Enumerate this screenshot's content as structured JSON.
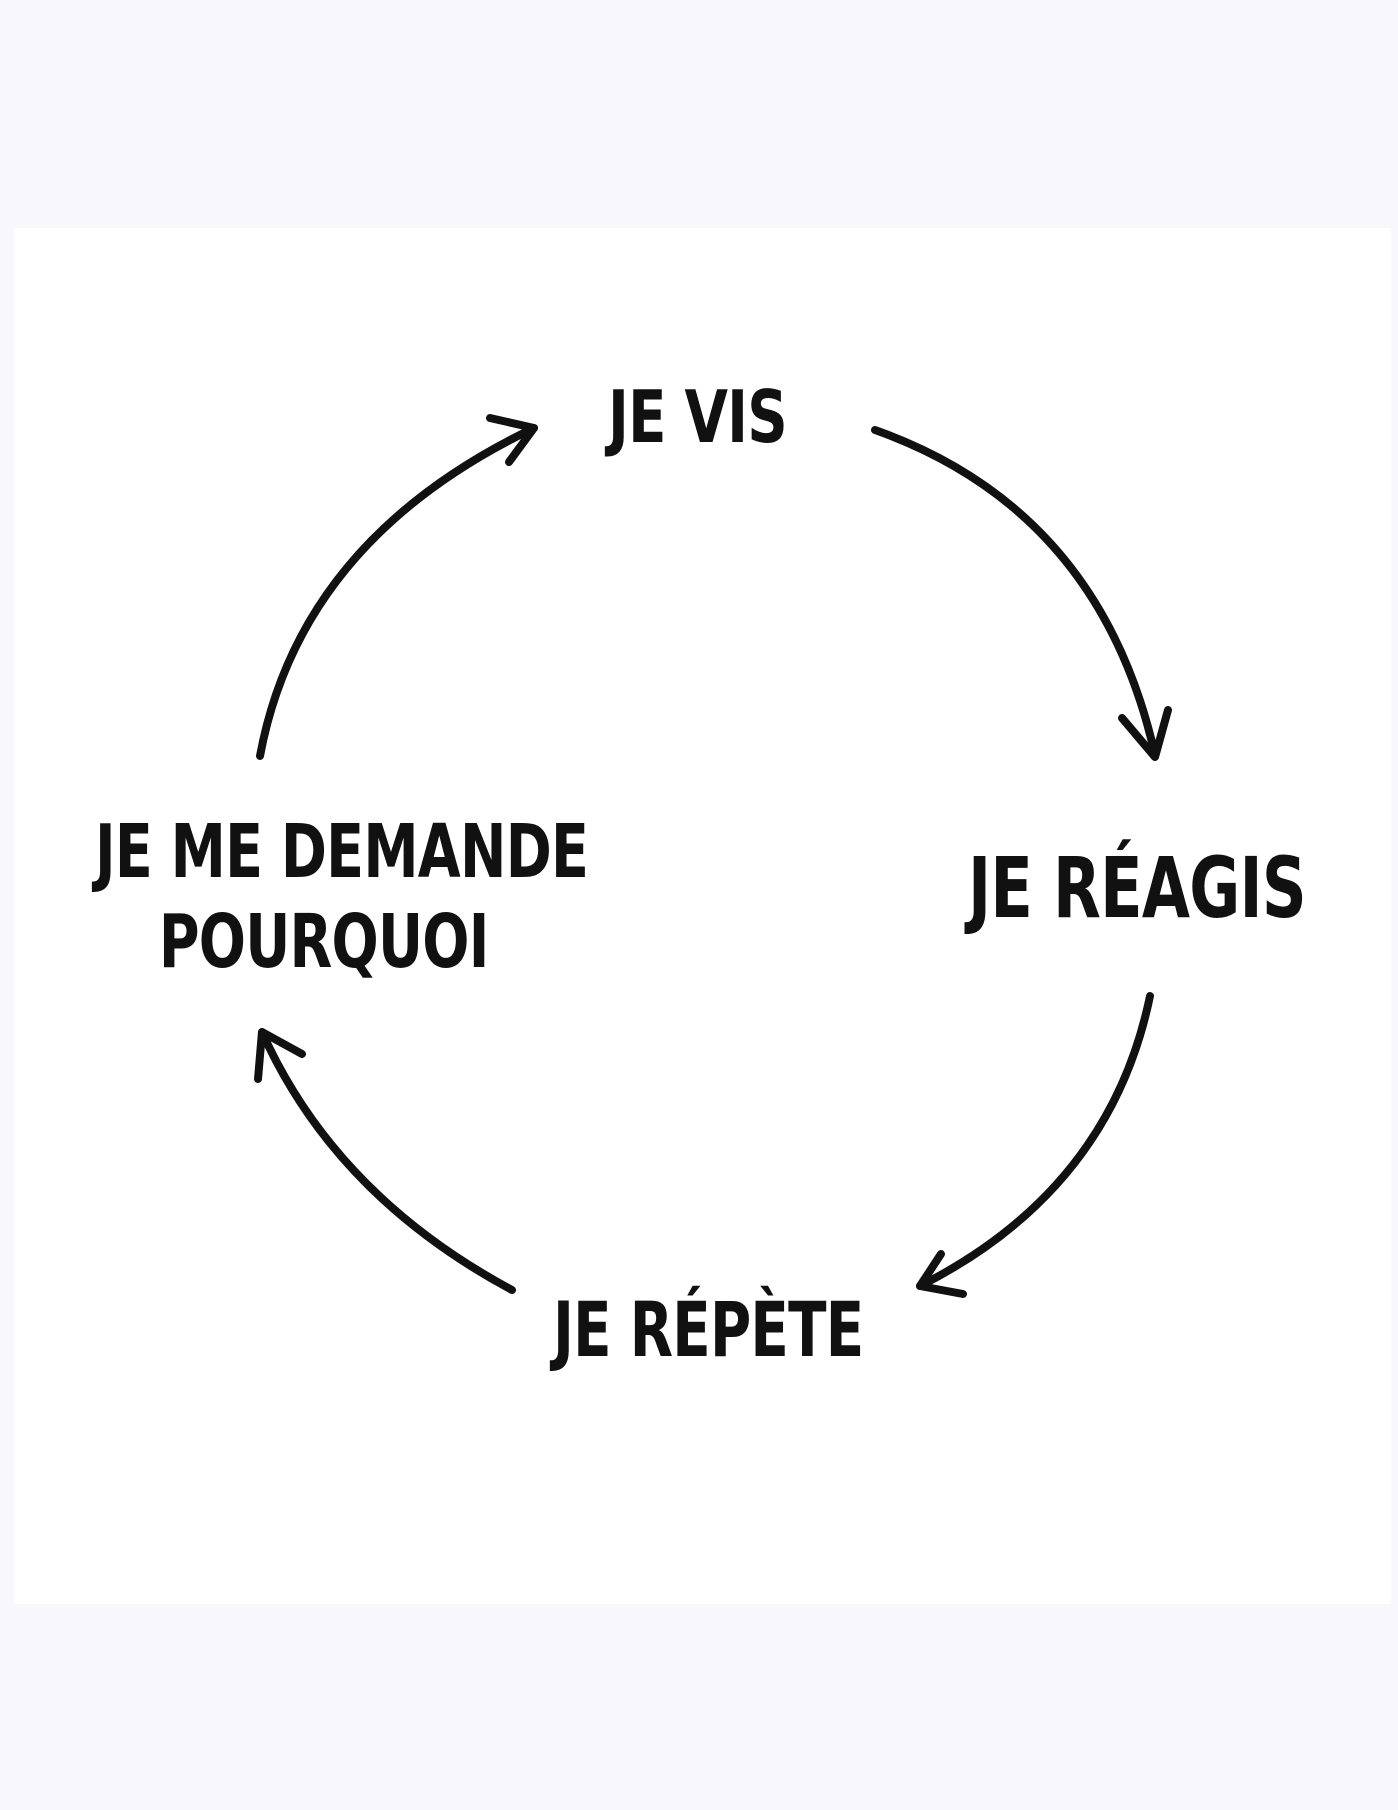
{
  "diagram": {
    "type": "cycle",
    "stroke_color": "#111111",
    "background_color": "#f8f7fc",
    "card_color": "#ffffff",
    "nodes": {
      "top": "JE VIS",
      "right": "JE RÉAGIS",
      "bottom": "JE RÉPÈTE",
      "left_line1": "JE ME DEMANDE",
      "left_line2": "POURQUOI"
    },
    "flow": [
      "JE VIS",
      "JE RÉAGIS",
      "JE RÉPÈTE",
      "JE ME DEMANDE POURQUOI"
    ]
  }
}
